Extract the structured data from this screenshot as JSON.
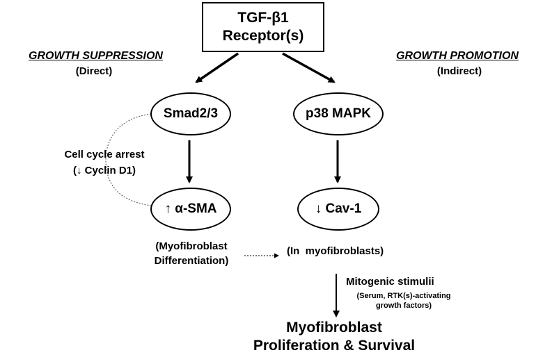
{
  "receptor": {
    "line1": "TGF-β1",
    "line2": "Receptor(s)"
  },
  "left_branch": {
    "heading": "GROWTH SUPPRESSION",
    "subheading": "(Direct)"
  },
  "right_branch": {
    "heading": "GROWTH PROMOTION",
    "subheading": "(Indirect)"
  },
  "nodes": {
    "smad": "Smad2/3",
    "p38": "p38 MAPK",
    "asma": "↑ α-SMA",
    "cav1": "↓ Cav-1"
  },
  "cell_cycle": {
    "line1": "Cell cycle arrest",
    "line2": "(↓ Cyclin D1)"
  },
  "myofibroblast_diff": {
    "line1": "(Myofibroblast",
    "line2": "Differentiation)"
  },
  "in_myofibroblasts": "(In  myofibroblasts)",
  "mitogenic": {
    "title": "Mitogenic stimulii",
    "detail1": "(Serum, RTK(s)-activating",
    "detail2": "growth factors)"
  },
  "outcome": {
    "line1": "Myofibroblast",
    "line2": "Proliferation & Survival"
  }
}
